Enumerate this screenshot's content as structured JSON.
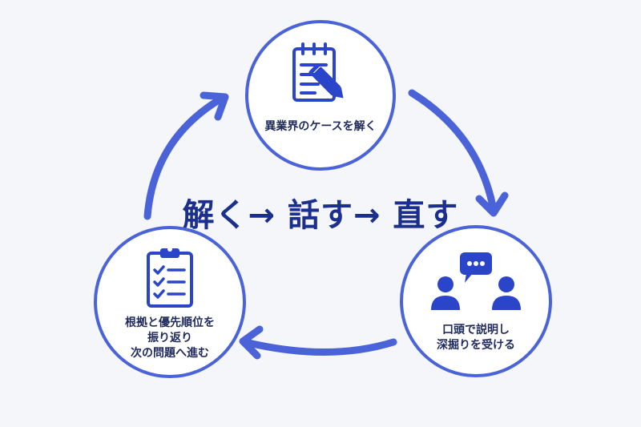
{
  "title": "解く→ 話す→ 直す",
  "nodes": {
    "solve": {
      "label": "異業界のケースを解く",
      "icon": "notepad-pencil-icon"
    },
    "talk": {
      "lines": [
        "口頭で説明し",
        "深掘りを受ける"
      ],
      "icon": "people-chat-icon"
    },
    "review": {
      "lines": [
        "根拠と優先順位を",
        "振り返り",
        "次の問題へ進む"
      ],
      "icon": "clipboard-checklist-icon"
    }
  },
  "colors": {
    "accent": "#4a63d8",
    "title": "#1b2f8f",
    "text": "#1f2a5c",
    "background": "#f5f6fa"
  }
}
